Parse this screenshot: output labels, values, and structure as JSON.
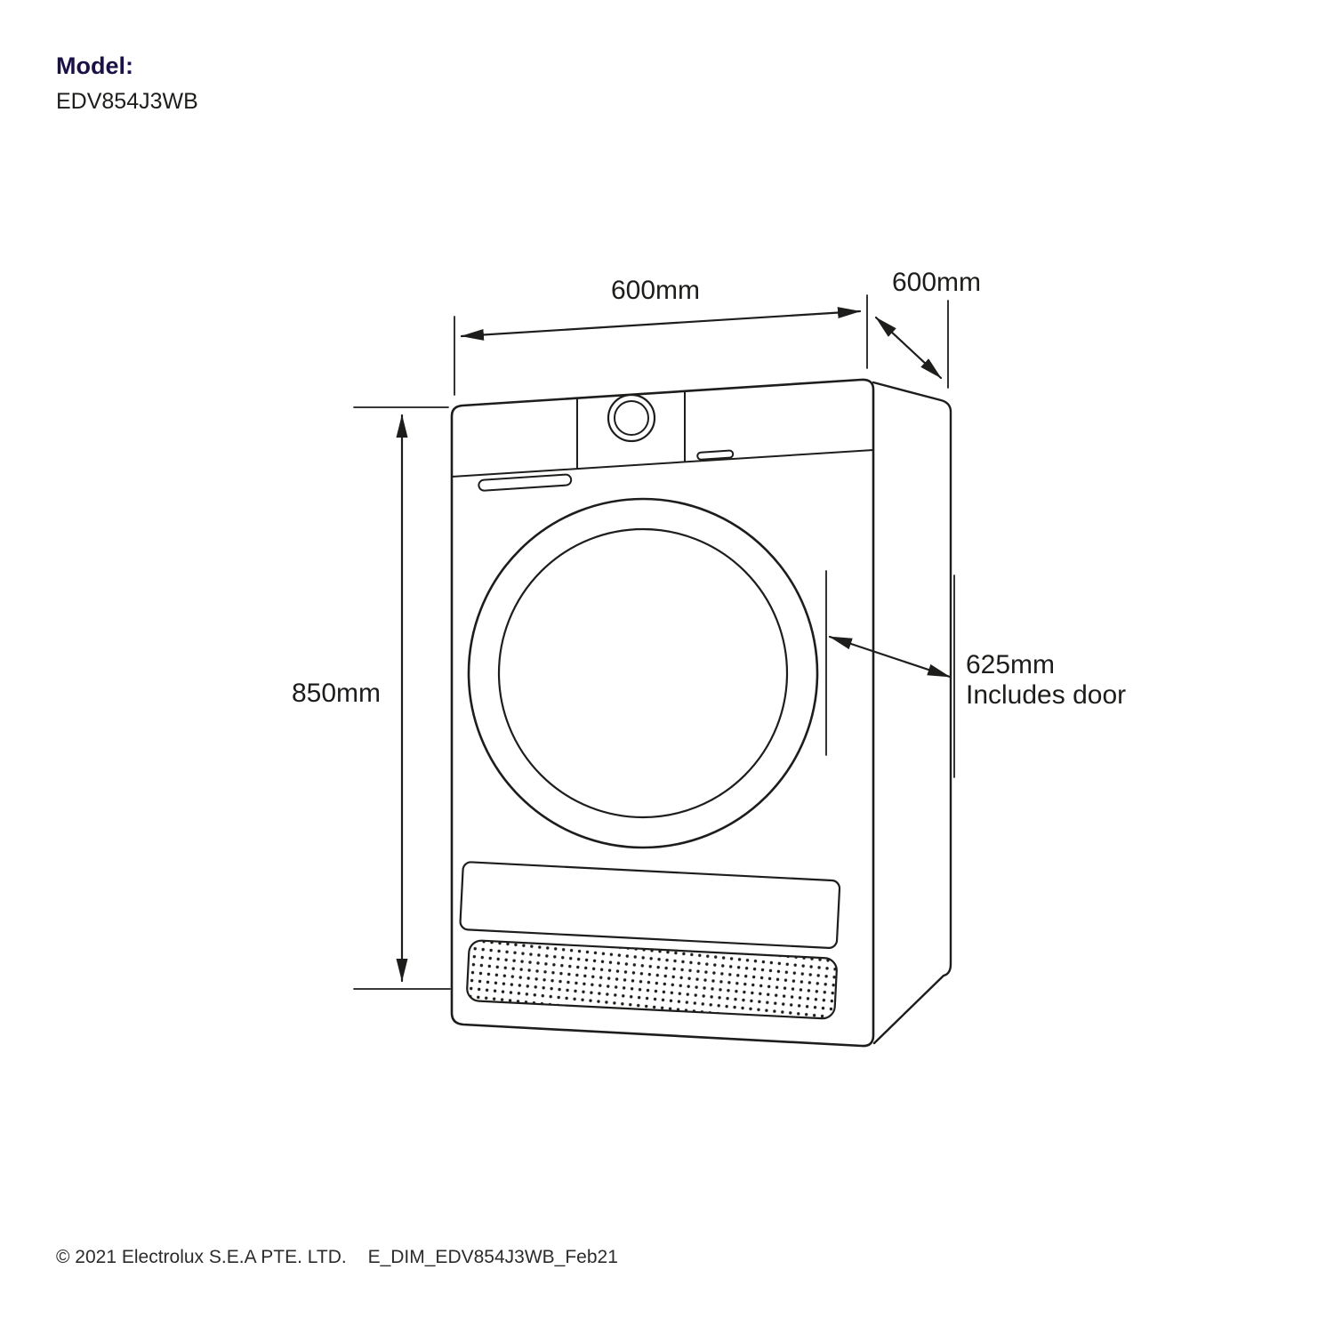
{
  "header": {
    "model_label": "Model:",
    "model_number": "EDV854J3WB"
  },
  "dimensions": {
    "width": "600mm",
    "depth": "600mm",
    "height": "850mm",
    "door_depth": "625mm",
    "door_depth_note": "Includes door"
  },
  "footer": {
    "copyright": "© 2021 Electrolux S.E.A PTE. LTD.",
    "doc_code": "E_DIM_EDV854J3WB_Feb21"
  },
  "colors": {
    "line": "#1d1d1b",
    "heading": "#1b1147",
    "background": "#ffffff"
  }
}
